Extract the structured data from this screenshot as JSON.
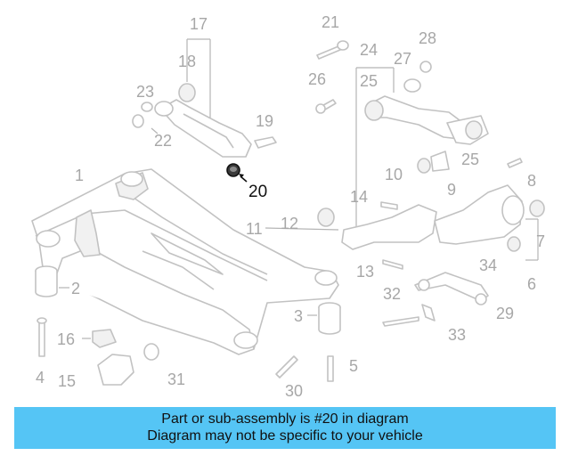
{
  "diagram": {
    "highlighted_part": "20",
    "labels": [
      "1",
      "2",
      "3",
      "4",
      "5",
      "6",
      "7",
      "8",
      "9",
      "10",
      "11",
      "12",
      "13",
      "14",
      "15",
      "16",
      "17",
      "18",
      "19",
      "20",
      "21",
      "22",
      "23",
      "24",
      "25",
      "25",
      "26",
      "27",
      "28",
      "29",
      "30",
      "31",
      "32",
      "33",
      "34"
    ]
  },
  "banner": {
    "line1": "Part or sub-assembly is #20 in diagram",
    "line2": "Diagram may not be specific to your vehicle",
    "background": "#55c5f5"
  },
  "colors": {
    "line_art": "#c2c2c2",
    "label": "#a7a7a7",
    "highlight": "#111111"
  }
}
